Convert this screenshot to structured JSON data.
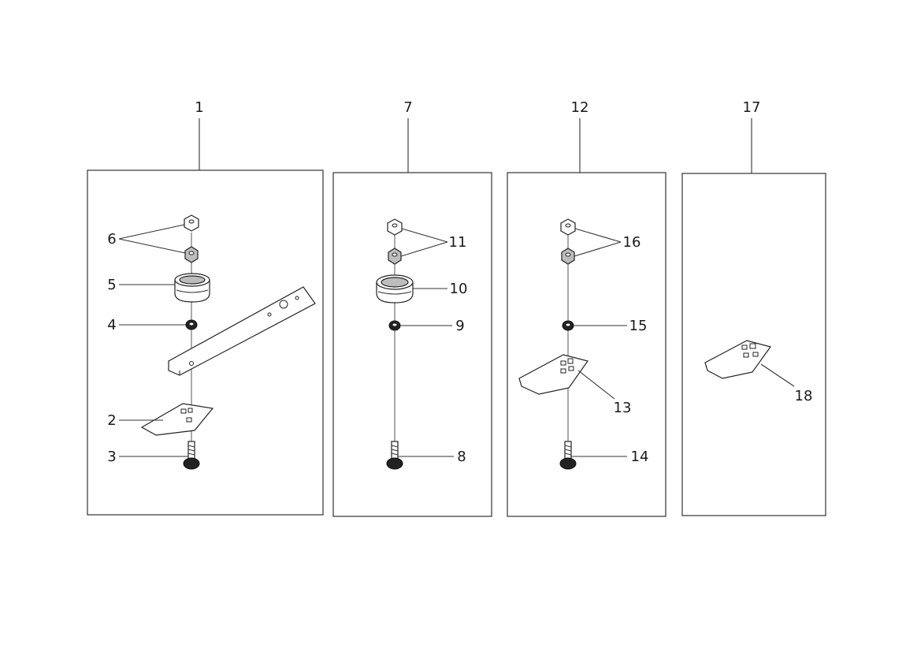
{
  "assemblies": [
    {
      "label": "1",
      "callouts": [
        "6",
        "5",
        "4",
        "2",
        "3"
      ]
    },
    {
      "label": "7",
      "callouts": [
        "11",
        "10",
        "9",
        "8"
      ]
    },
    {
      "label": "12",
      "callouts": [
        "16",
        "15",
        "13",
        "14"
      ]
    },
    {
      "label": "17",
      "callouts": [
        "18"
      ]
    }
  ],
  "colors": {
    "line": "#333333",
    "part_fill": "#ffffff",
    "dark_fill": "#222222"
  }
}
